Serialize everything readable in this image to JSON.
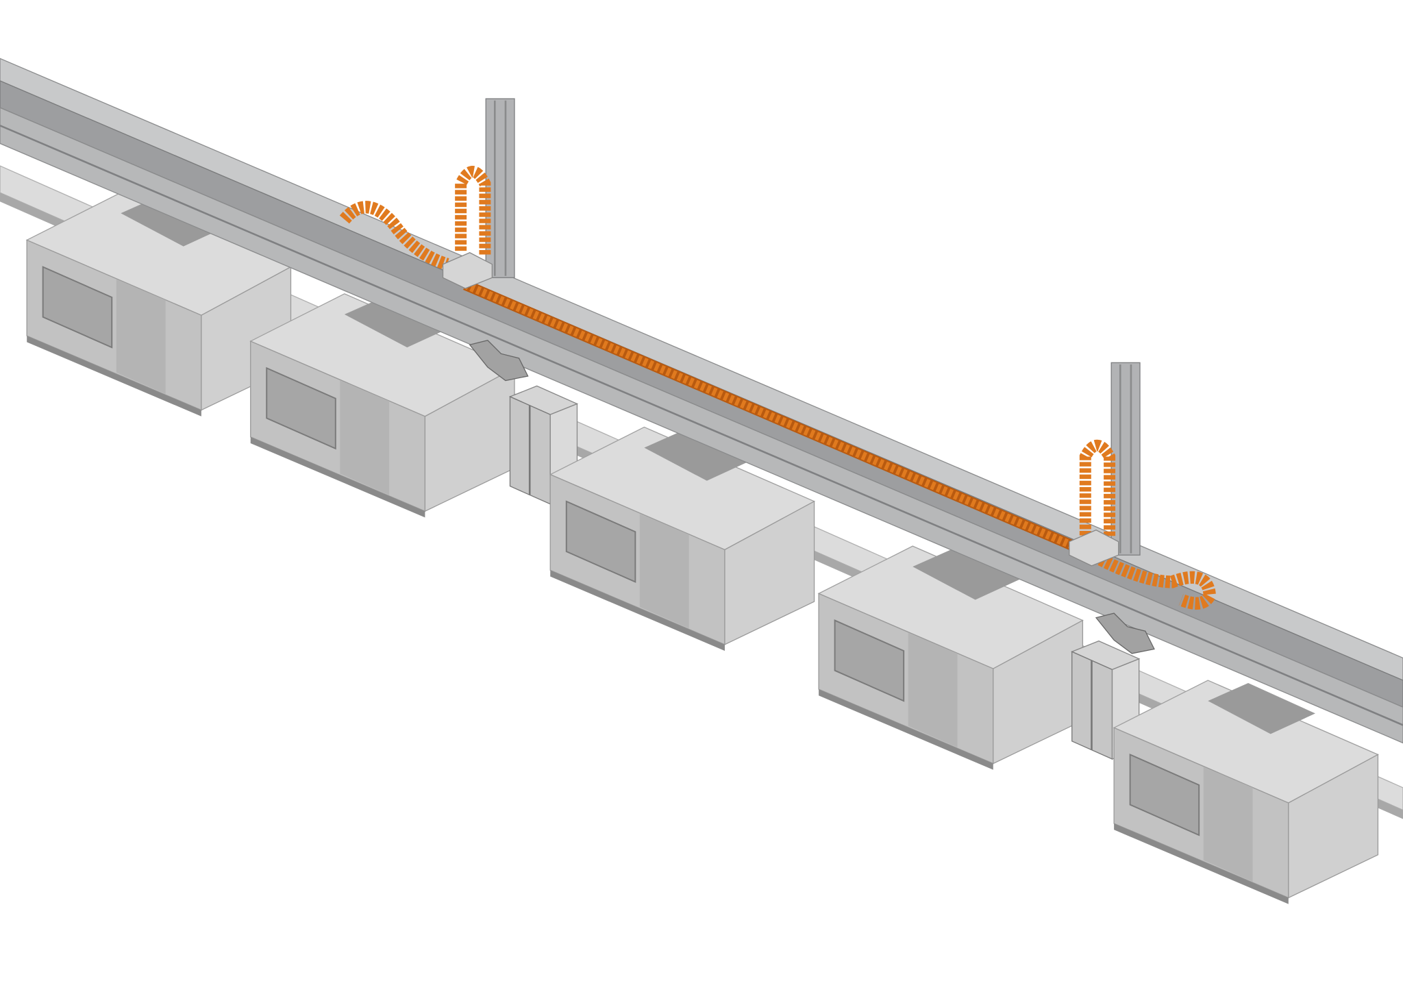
{
  "scene": {
    "colors": {
      "background": "#ffffff",
      "rail": "#a9aaab",
      "rail_dark": "#7d7e80",
      "rail_light": "#d4d5d6",
      "machine_top": "#d9d9d9",
      "machine_front": "#bdbdbd",
      "machine_side": "#cfcfcf",
      "machine_dark": "#8e8e8e",
      "cable_chain": "#e07a1f",
      "cable_chain_dark": "#b85a10",
      "post": "#b0b1b3"
    },
    "machine_count": 5,
    "gantry_count": 2,
    "cabinet_count": 2
  }
}
